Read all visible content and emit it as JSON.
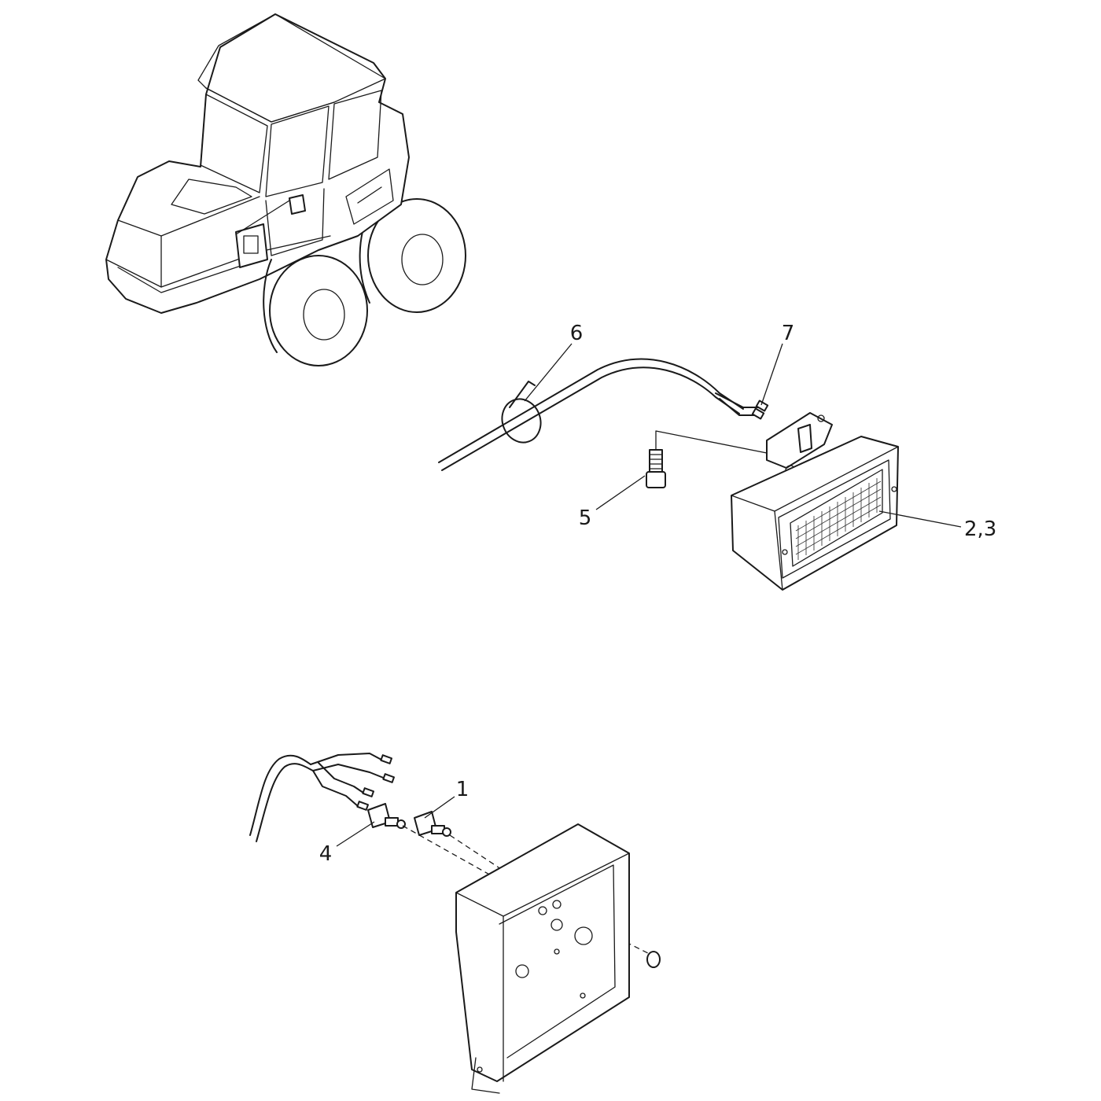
{
  "callouts": {
    "c1": "1",
    "c23": "2,3",
    "c4": "4",
    "c5": "5",
    "c6": "6",
    "c7": "7"
  },
  "colors": {
    "line": "#1a1a1a",
    "background": "#ffffff"
  }
}
